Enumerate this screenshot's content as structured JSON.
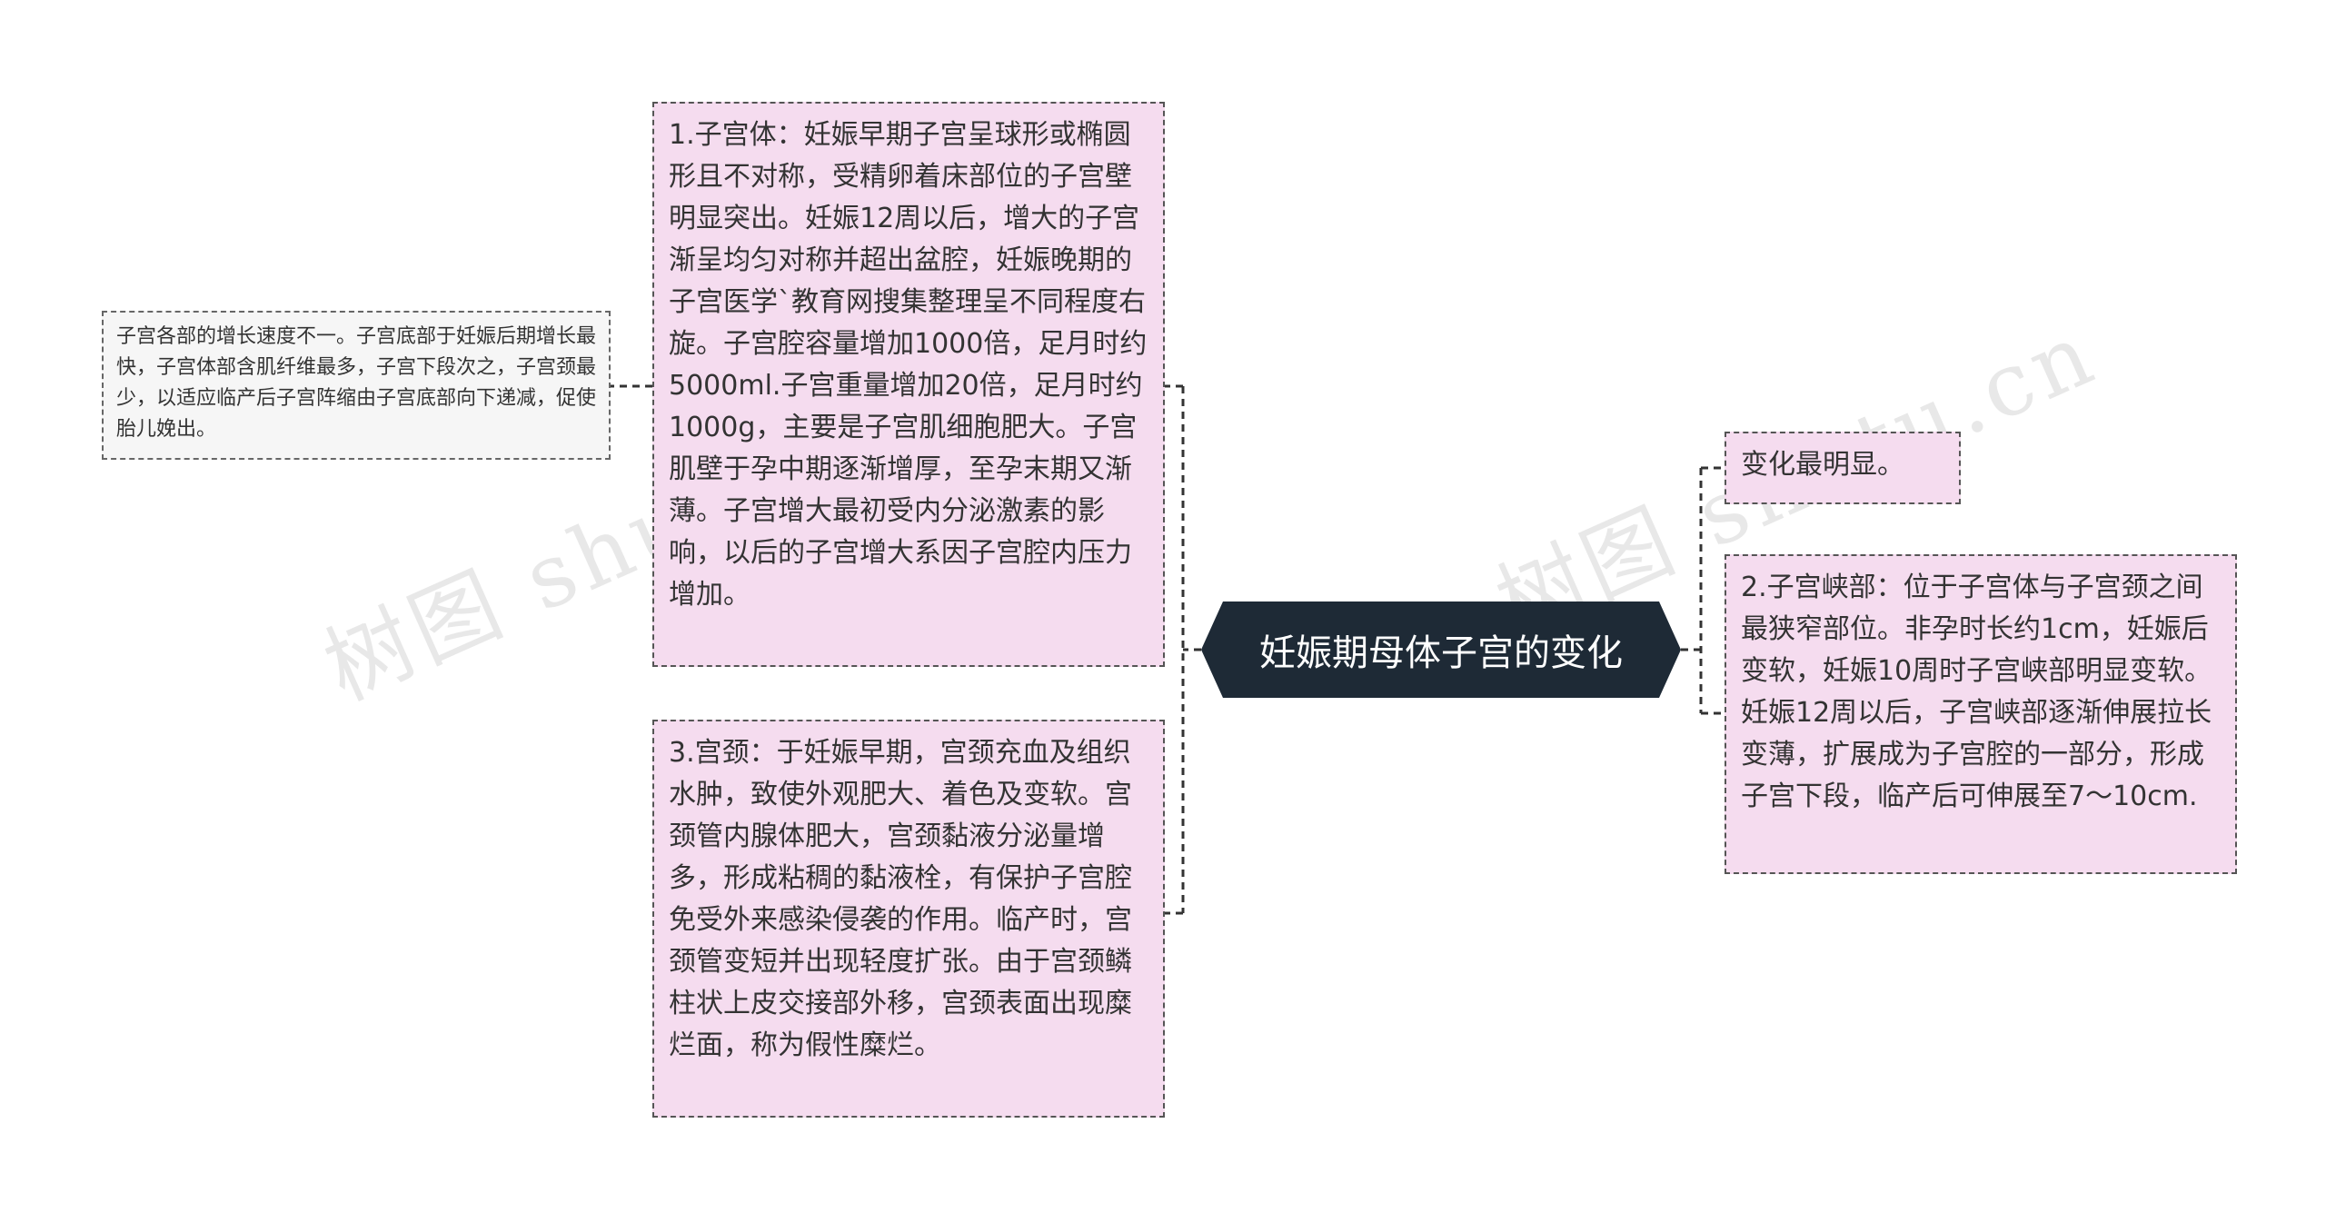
{
  "watermarks": [
    "树图 shutu.cn",
    "树图 shutu.cn"
  ],
  "root": {
    "label": "妊娠期母体子宫的变化"
  },
  "nodes": {
    "uterus_body": "1.子宫体：妊娠早期子宫呈球形或椭圆形且不对称，受精卵着床部位的子宫壁明显突出。妊娠12周以后，增大的子宫渐呈均匀对称并超出盆腔，妊娠晚期的子宫医学`教育网搜集整理呈不同程度右旋。子宫腔容量增加1000倍，足月时约5000ml.子宫重量增加20倍，足月时约1000g，主要是子宫肌细胞肥大。子宫肌壁于孕中期逐渐增厚，至孕末期又渐薄。子宫增大最初受内分泌激素的影响，以后的子宫增大系因子宫腔内压力增加。",
    "uterus_body_detail": "子宫各部的增长速度不一。子宫底部于妊娠后期增长最快，子宫体部含肌纤维最多，子宫下段次之，子宫颈最少，以适应临产后子宫阵缩由子宫底部向下递减，促使胎儿娩出。",
    "cervix": "3.宫颈：于妊娠早期，宫颈充血及组织水肿，致使外观肥大、着色及变软。宫颈管内腺体肥大，宫颈黏液分泌量增多，形成粘稠的黏液栓，有保护子宫腔免受外来感染侵袭的作用。临产时，宫颈管变短并出现轻度扩张。由于宫颈鳞柱状上皮交接部外移，宫颈表面出现糜烂面，称为假性糜烂。",
    "change_obvious": "变化最明显。",
    "isthmus": "2.子宫峡部：位于子宫体与子宫颈之间最狭窄部位。非孕时长约1cm，妊娠后变软，妊娠10周时子宫峡部明显变软。妊娠12周以后，子宫峡部逐渐伸展拉长变薄，扩展成为子宫腔的一部分，形成子宫下段，临产后可伸展至7～10cm."
  },
  "colors": {
    "root_bg": "#1e2a36",
    "node_bg": "#f5dcef",
    "detail_bg": "#f6f6f6",
    "line": "#333333"
  }
}
